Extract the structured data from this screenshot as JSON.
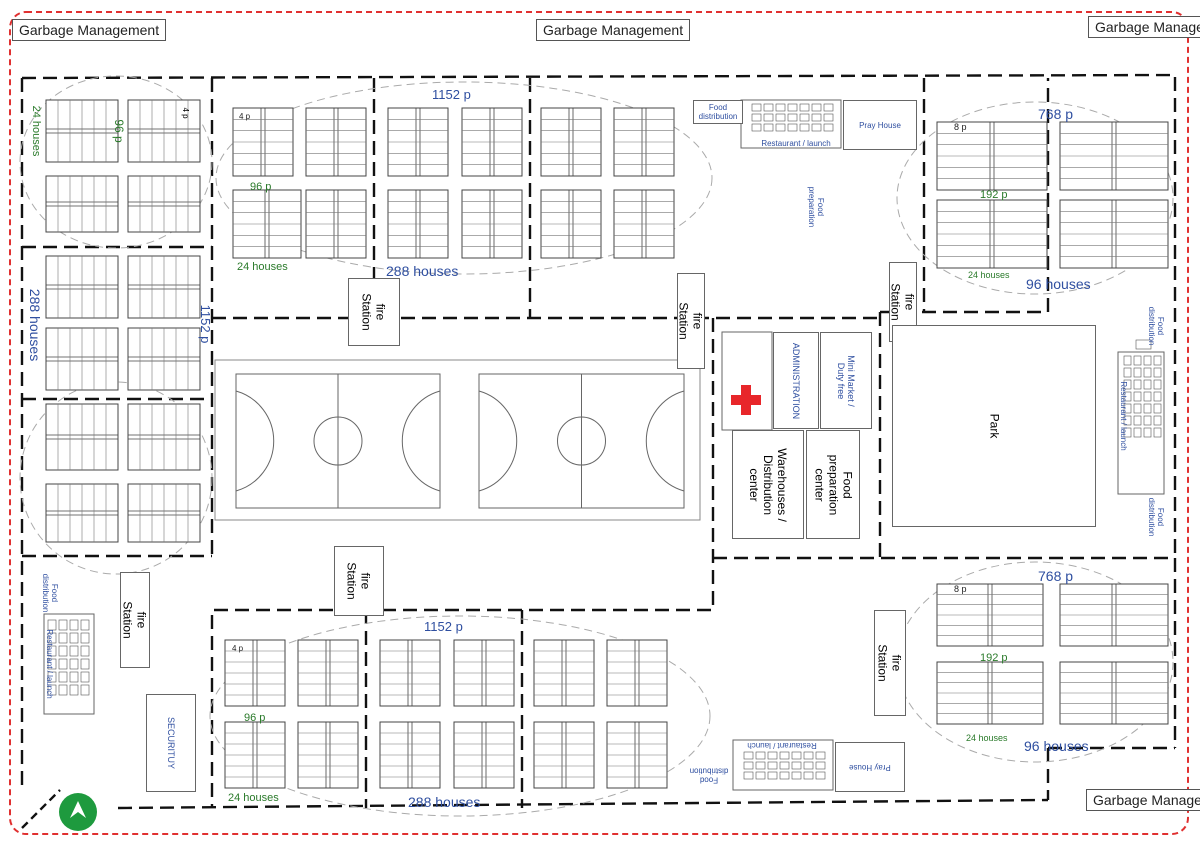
{
  "labels": {
    "garbage_management": "Garbage\nManagement",
    "fire_station": "fire Station",
    "fire_station_split": "fire\nStation",
    "food_distribution": "Food\ndistribution",
    "restaurant_launch": "Restaurant / launch",
    "pray_house": "Pray House",
    "food_preparation": "Food\npreparation",
    "administration": "ADMINISTRATION",
    "mini_market": "Mini Market /\nDuty free",
    "food_prep_center": "Food\npreparation\ncenter",
    "warehouses": "Warehouses /\nDistribution\ncenter",
    "park": "Park",
    "security": "SECURITUY",
    "p1152": "1152 p",
    "p768": "768 p",
    "p96": "96 p",
    "p192": "192 p",
    "p8": "8 p",
    "p4": "4 p",
    "h288": "288 houses",
    "h96": "96 houses",
    "h24": "24 houses"
  },
  "colors": {
    "boundary": "#e03030",
    "zone": "#111111",
    "label_blue": "#2f4fa0",
    "label_green": "#2a7a2a",
    "red_cross": "#e8262a",
    "logo": "#1e9a3e"
  },
  "icons": [
    "red-cross-icon",
    "north-arrow-icon"
  ]
}
